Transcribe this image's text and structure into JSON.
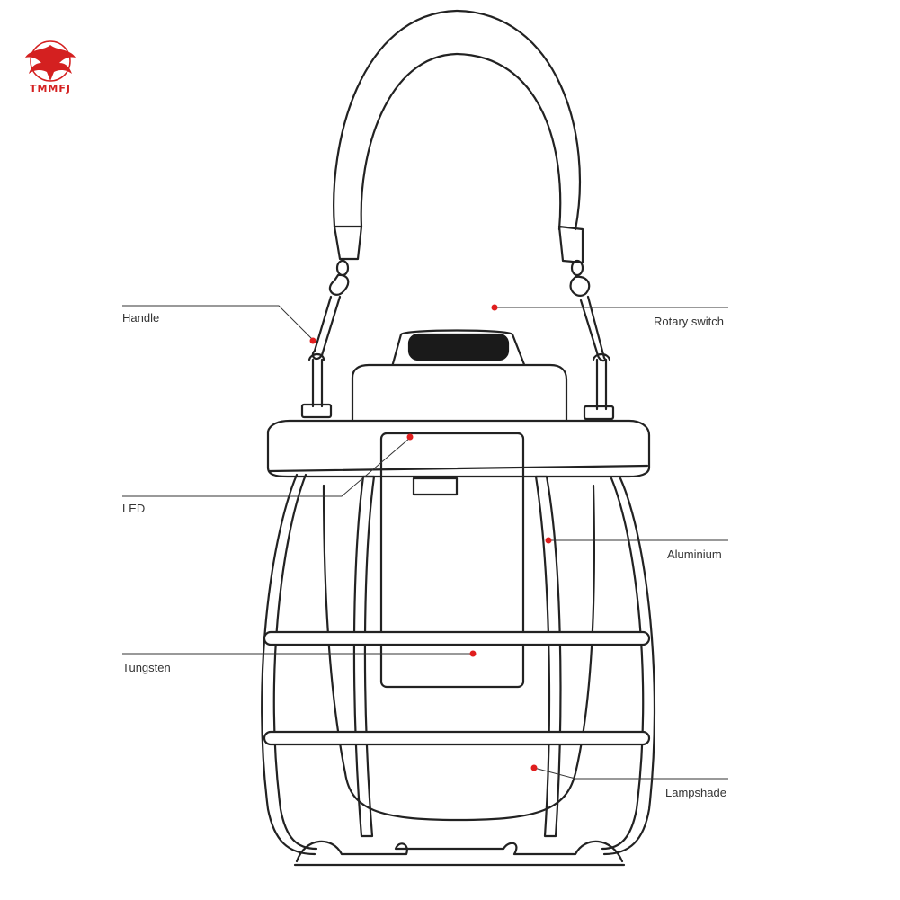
{
  "brand": {
    "name": "TMMFJ",
    "color": "#d42020"
  },
  "colors": {
    "line": "#222222",
    "leader": "#333333",
    "dot": "#e01e1e"
  },
  "labels": {
    "handle": "Handle",
    "rotary_switch": "Rotary switch",
    "led": "LED",
    "aluminium": "Aluminium",
    "tungsten": "Tungsten",
    "lampshade": "Lampshade"
  }
}
